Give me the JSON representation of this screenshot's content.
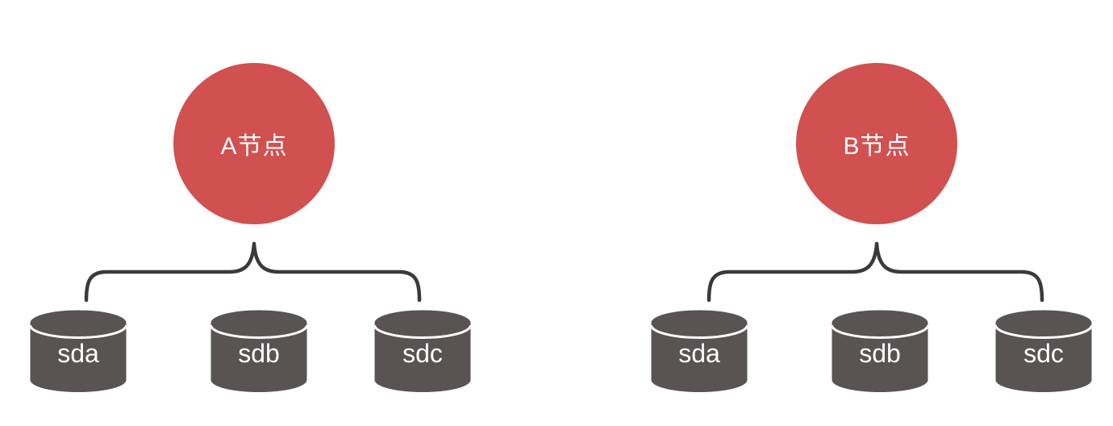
{
  "colors": {
    "node_fill": "#d15050",
    "node_text": "#ffffff",
    "disk_fill": "#585454",
    "disk_divider": "#ffffff",
    "disk_text": "#ffffff",
    "brace_stroke": "#3a3a3c",
    "background": "#ffffff"
  },
  "groups": [
    {
      "node_label": "A节点",
      "disks": [
        {
          "label": "sda"
        },
        {
          "label": "sdb"
        },
        {
          "label": "sdc"
        }
      ]
    },
    {
      "node_label": "B节点",
      "disks": [
        {
          "label": "sda"
        },
        {
          "label": "sdb"
        },
        {
          "label": "sdc"
        }
      ]
    }
  ]
}
